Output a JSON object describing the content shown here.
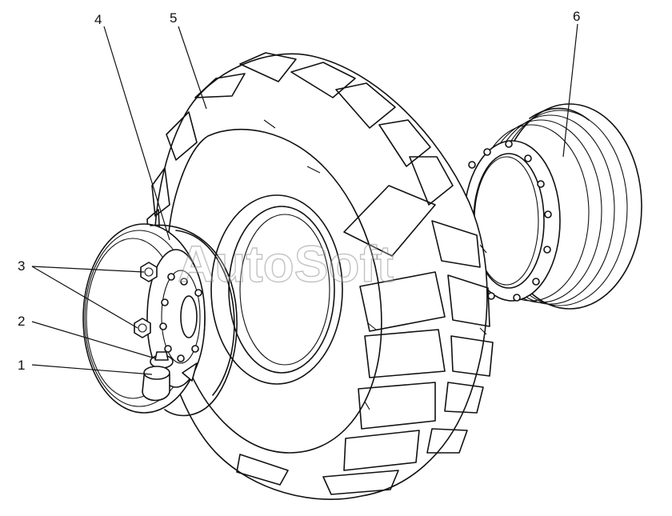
{
  "callouts": [
    {
      "id": "1",
      "part": "bolt"
    },
    {
      "id": "2",
      "part": "washer"
    },
    {
      "id": "3",
      "part": "nut"
    },
    {
      "id": "4",
      "part": "wheel-rim"
    },
    {
      "id": "5",
      "part": "tire"
    },
    {
      "id": "6",
      "part": "hub-flange"
    }
  ],
  "watermark": "AutoSoft"
}
